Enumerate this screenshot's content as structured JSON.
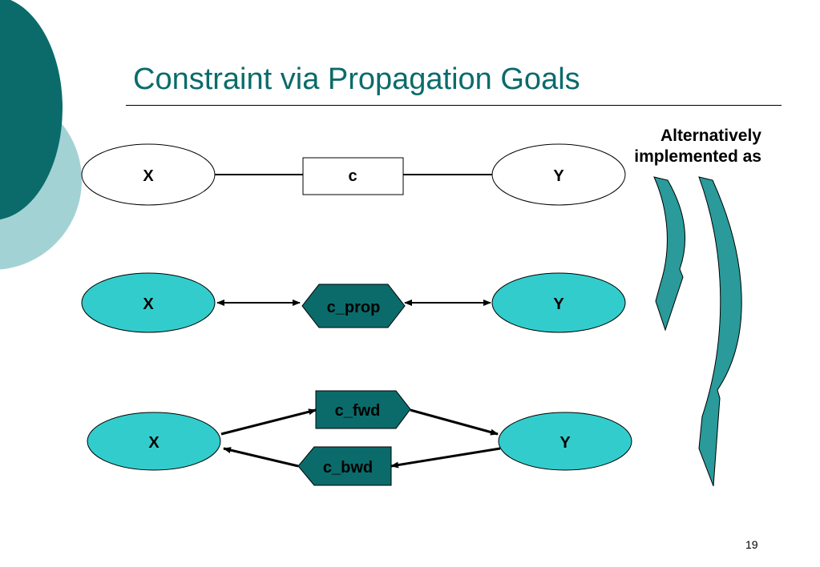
{
  "slide": {
    "title": "Constraint via Propagation Goals",
    "side_note": "Alternatively implemented as",
    "page_number": "19"
  },
  "row1": {
    "left_var": "X",
    "constraint": "c",
    "right_var": "Y"
  },
  "row2": {
    "left_var": "X",
    "constraint": "c_prop",
    "right_var": "Y"
  },
  "row3": {
    "left_var": "X",
    "forward": "c_fwd",
    "backward": "c_bwd",
    "right_var": "Y"
  },
  "colors": {
    "dark_teal": "#0b6b6b",
    "light_teal": "#a3d2d5",
    "node_cyan": "#33cccc",
    "arrow_teal": "#2a9a9a"
  }
}
